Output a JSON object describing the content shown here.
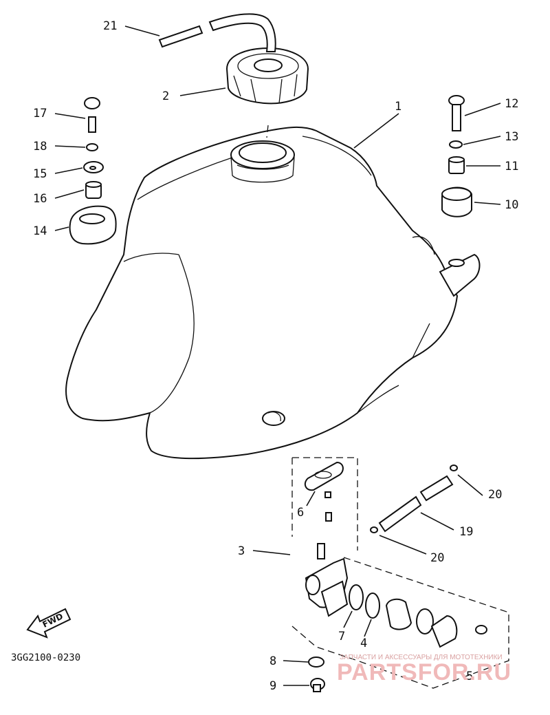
{
  "labels": {
    "p1": "1",
    "p2": "2",
    "p3": "3",
    "p4": "4",
    "p5": "5",
    "p6": "6",
    "p7": "7",
    "p8": "8",
    "p9": "9",
    "p10": "10",
    "p11": "11",
    "p12": "12",
    "p13": "13",
    "p14": "14",
    "p15": "15",
    "p16": "16",
    "p17": "17",
    "p18": "18",
    "p19": "19",
    "p20a": "20",
    "p20b": "20",
    "p21": "21"
  },
  "diagram_code": "3GG2100-0230",
  "fwd_label": "FWD",
  "watermark": {
    "tagline": "ЗАПЧАСТИ И АКСЕССУАРЫ ДЛЯ МОТОТЕХНИКИ",
    "brand": "PARTSFOR.RU"
  }
}
